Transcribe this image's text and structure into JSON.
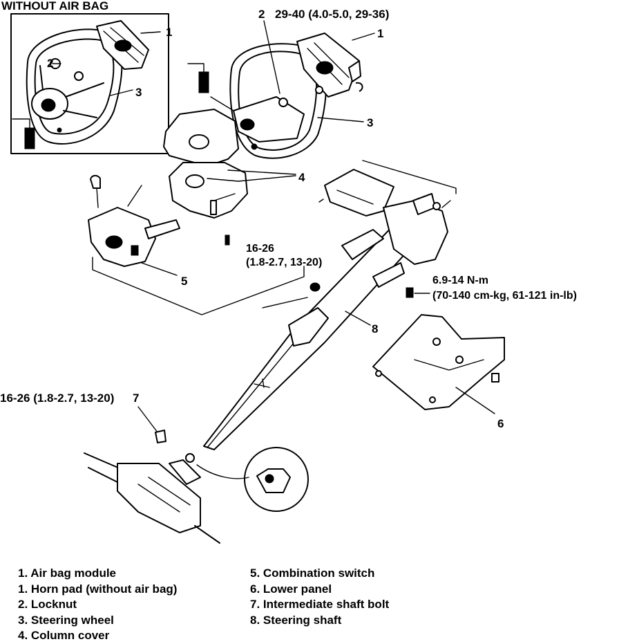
{
  "inset_title": "WITHOUT AIR BAG",
  "callouts": {
    "inset_1": "1",
    "inset_2": "2",
    "inset_3": "3",
    "main_2": "2",
    "torque_locknut": "29-40 (4.0-5.0, 29-36)",
    "main_1": "1",
    "main_3": "3",
    "main_4": "4",
    "main_5": "5",
    "torque_a_line1": "16-26",
    "torque_a_line2": "(1.8-2.7, 13-20)",
    "torque_b_line1": "6.9-14 N-m",
    "torque_b_line2": "(70-140 cm-kg, 61-121 in-lb)",
    "main_8": "8",
    "torque_7": "16-26 (1.8-2.7, 13-20)",
    "main_7": "7",
    "main_6": "6"
  },
  "legend": {
    "left": [
      "1. Air bag module",
      "1. Horn pad (without air bag)",
      "2. Locknut",
      "3. Steering wheel",
      "4. Column cover"
    ],
    "right": [
      "5. Combination switch",
      "6. Lower panel",
      "7. Intermediate shaft bolt",
      "8. Steering shaft"
    ]
  }
}
